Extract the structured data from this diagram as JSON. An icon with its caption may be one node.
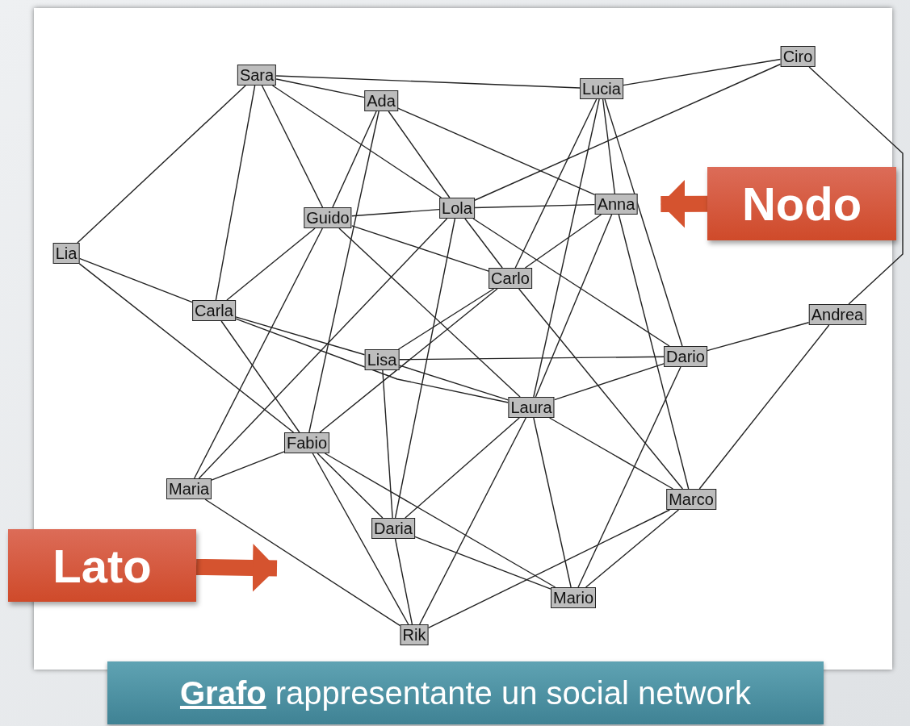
{
  "diagram": {
    "caption": "**Grafo** rappresentante un social network",
    "nodes": [
      {
        "text": [
          "Sara"
        ]
      },
      {
        "text": [
          "Ada"
        ]
      },
      {
        "text": [
          "Lucia"
        ]
      },
      {
        "text": [
          "Ciro"
        ]
      },
      {
        "text": [
          "Guido"
        ]
      },
      {
        "text": [
          "Lola"
        ]
      },
      {
        "text": [
          "Anna"
        ]
      },
      {
        "text": [
          "Lia"
        ]
      },
      {
        "text": [
          "Carlo"
        ]
      },
      {
        "text": [
          "Carla"
        ]
      },
      {
        "text": [
          "Andrea"
        ]
      },
      {
        "text": [
          "Lisa"
        ]
      },
      {
        "text": [
          "Dario"
        ]
      },
      {
        "text": [
          "Laura"
        ]
      },
      {
        "text": [
          "Fabio"
        ]
      },
      {
        "text": [
          "Maria"
        ]
      },
      {
        "text": [
          "Marco"
        ]
      },
      {
        "text": [
          "Daria"
        ]
      },
      {
        "text": [
          "Mario"
        ]
      },
      {
        "text": [
          "Rik"
        ]
      },
      {
        "text": [
          "Nodo"
        ]
      },
      {
        "text": [
          "Lato"
        ]
      }
    ],
    "edges": [
      {
        "from": 0,
        "to": 2,
        "arrow": "none"
      },
      {
        "from": 0,
        "to": 1,
        "arrow": "none"
      },
      {
        "from": 0,
        "to": 5,
        "arrow": "none"
      },
      {
        "from": 0,
        "to": 4,
        "arrow": "none"
      },
      {
        "from": 0,
        "to": 9,
        "arrow": "none"
      },
      {
        "from": 0,
        "to": 7,
        "arrow": "none"
      },
      {
        "from": 1,
        "to": 4,
        "arrow": "none"
      },
      {
        "from": 1,
        "to": 14,
        "arrow": "none"
      },
      {
        "from": 1,
        "to": 5,
        "arrow": "none"
      },
      {
        "from": 1,
        "to": 6,
        "arrow": "none"
      },
      {
        "from": 2,
        "to": 3,
        "arrow": "none"
      },
      {
        "from": 2,
        "to": 8,
        "arrow": "none"
      },
      {
        "from": 2,
        "to": 13,
        "arrow": "none"
      },
      {
        "from": 2,
        "to": 6,
        "arrow": "none"
      },
      {
        "from": 2,
        "to": 12,
        "arrow": "none"
      },
      {
        "from": 3,
        "to": 5,
        "arrow": "none"
      },
      {
        "from": 3,
        "to": 10,
        "arrow": "none"
      },
      {
        "from": 4,
        "to": 5,
        "arrow": "none"
      },
      {
        "from": 4,
        "to": 8,
        "arrow": "none"
      },
      {
        "from": 4,
        "to": 9,
        "arrow": "none"
      },
      {
        "from": 4,
        "to": 15,
        "arrow": "none"
      },
      {
        "from": 4,
        "to": 13,
        "arrow": "none"
      },
      {
        "from": 5,
        "to": 6,
        "arrow": "none"
      },
      {
        "from": 5,
        "to": 8,
        "arrow": "none"
      },
      {
        "from": 5,
        "to": 12,
        "arrow": "none"
      },
      {
        "from": 5,
        "to": 15,
        "arrow": "none"
      },
      {
        "from": 5,
        "to": 17,
        "arrow": "none"
      },
      {
        "from": 6,
        "to": 8,
        "arrow": "none"
      },
      {
        "from": 6,
        "to": 13,
        "arrow": "none"
      },
      {
        "from": 6,
        "to": 16,
        "arrow": "none"
      },
      {
        "from": 7,
        "to": 9,
        "arrow": "none"
      },
      {
        "from": 7,
        "to": 14,
        "arrow": "none"
      },
      {
        "from": 9,
        "to": 11,
        "arrow": "none"
      },
      {
        "from": 9,
        "to": 13,
        "arrow": "none"
      },
      {
        "from": 9,
        "to": 14,
        "arrow": "none"
      },
      {
        "from": 11,
        "to": 13,
        "arrow": "none"
      },
      {
        "from": 11,
        "to": 8,
        "arrow": "none"
      },
      {
        "from": 14,
        "to": 8,
        "arrow": "none"
      },
      {
        "from": 11,
        "to": 17,
        "arrow": "none"
      },
      {
        "from": 11,
        "to": 12,
        "arrow": "none"
      },
      {
        "from": 8,
        "to": 16,
        "arrow": "none"
      },
      {
        "from": 12,
        "to": 13,
        "arrow": "none"
      },
      {
        "from": 12,
        "to": 10,
        "arrow": "none"
      },
      {
        "from": 12,
        "to": 18,
        "arrow": "none"
      },
      {
        "from": 10,
        "to": 16,
        "arrow": "none"
      },
      {
        "from": 13,
        "to": 16,
        "arrow": "none"
      },
      {
        "from": 13,
        "to": 18,
        "arrow": "none"
      },
      {
        "from": 13,
        "to": 17,
        "arrow": "none"
      },
      {
        "from": 13,
        "to": 19,
        "arrow": "none"
      },
      {
        "from": 14,
        "to": 15,
        "arrow": "none"
      },
      {
        "from": 14,
        "to": 19,
        "arrow": "none"
      },
      {
        "from": 14,
        "to": 17,
        "arrow": "none"
      },
      {
        "from": 14,
        "to": 18,
        "arrow": "none"
      },
      {
        "from": 15,
        "to": 19,
        "arrow": "none"
      },
      {
        "from": 16,
        "to": 18,
        "arrow": "none"
      },
      {
        "from": 16,
        "to": 19,
        "arrow": "none"
      },
      {
        "from": 17,
        "to": 18,
        "arrow": "none"
      },
      {
        "from": 17,
        "to": 19,
        "arrow": "none"
      },
      {
        "from": 20,
        "to": 6,
        "arrow": "to",
        "style": "thick",
        "color": "#d5532f"
      },
      {
        "from": 21,
        "to": null,
        "arrow": "to",
        "style": "thick",
        "color": "#d5532f"
      }
    ]
  }
}
